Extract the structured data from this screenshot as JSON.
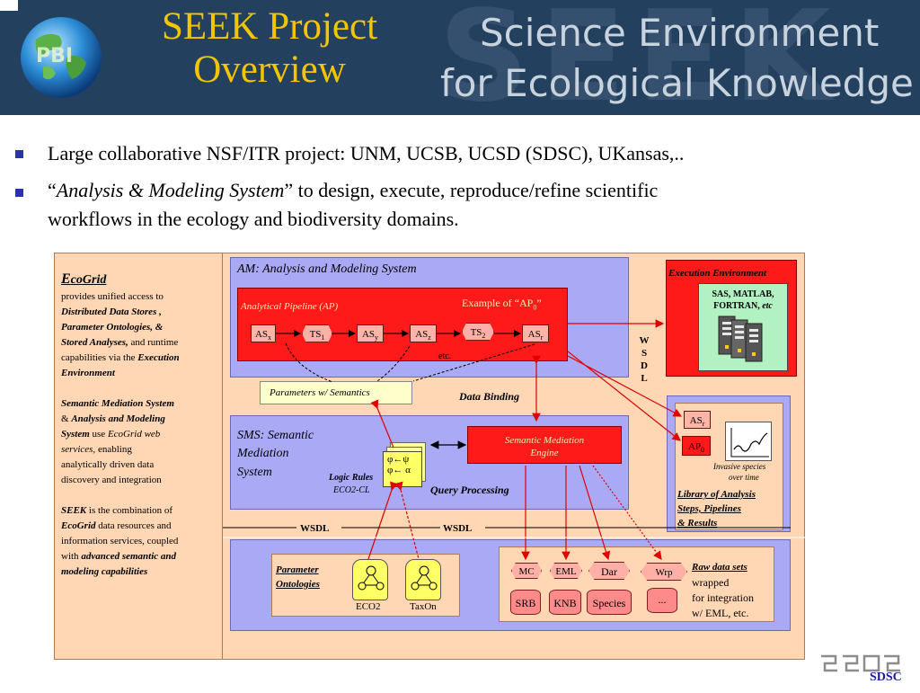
{
  "header": {
    "title_line1": "SEEK Project",
    "title_line2": "Overview",
    "logo_text": "PBI",
    "banner_letters": "SEEK",
    "banner_line1": "Science Environment",
    "banner_line2": "for Ecological Knowledge"
  },
  "bullets": [
    {
      "text": "Large collaborative NSF/ITR project: UNM, UCSB, UCSD (SDSC), UKansas,.."
    },
    {
      "open_quote": "“",
      "italic": "Analysis & Modeling System",
      "close_quote": "”",
      "rest": " to design, execute, reproduce/refine scientific",
      "line2": "workflows in the ecology and biodiversity domains."
    }
  ],
  "ecogrid": {
    "title_cap": "E",
    "title_rest": "coGrid",
    "p1_a": "provides unified access to",
    "p1_b": "Distributed Data Stores ,",
    "p1_c": "Parameter Ontologies, &",
    "p1_d": "Stored Analyses,",
    "p1_e": " and runtime",
    "p1_f": "capabilities via the ",
    "p1_g": "Execution",
    "p1_h": "Environment",
    "p2_a": "Semantic Mediation System",
    "p2_b": "& ",
    "p2_c": "Analysis and Modeling",
    "p2_d": "System",
    "p2_e": " use ",
    "p2_f": "EcoGrid web",
    "p2_g": "services,",
    "p2_h": " enabling",
    "p2_i": "analytically driven data",
    "p2_j": "discovery and integration",
    "p3_a": "SEEK",
    "p3_b": " is the combination of",
    "p3_c": "EcoGrid",
    "p3_d": " data resources and",
    "p3_e": "information services, coupled",
    "p3_f": "with ",
    "p3_g": "advanced semantic and",
    "p3_h": "modeling capabilities"
  },
  "am": {
    "title": "AM: Analysis and Modeling System",
    "pipeline_label": "Analytical Pipeline (AP)",
    "example_label": "Example of “AP",
    "example_sub": "0",
    "example_close": "”",
    "nodes": [
      {
        "base": "AS",
        "sub": "x"
      },
      {
        "base": "TS",
        "sub": "1"
      },
      {
        "base": "AS",
        "sub": "y"
      },
      {
        "base": "AS",
        "sub": "z"
      },
      {
        "base": "TS",
        "sub": "2"
      },
      {
        "base": "AS",
        "sub": "r"
      }
    ],
    "etc": "etc.",
    "parameters_label": "Parameters w/ Semantics",
    "data_binding": "Data Binding"
  },
  "sms": {
    "title_line1": "SMS: Semantic",
    "title_line2": "Mediation",
    "title_line3": "System",
    "logic_rules": "Logic Rules",
    "eco2cl": "ECO2-CL",
    "rule1": "φ←ψ",
    "rule2": "φ← α",
    "engine_line1": "Semantic Mediation",
    "engine_line2": "Engine",
    "query_processing": "Query Processing"
  },
  "wsdl": {
    "left": "WSDL",
    "right": "WSDL",
    "vertical": [
      "W",
      "S",
      "D",
      "L"
    ]
  },
  "exec_env": {
    "title": "Execution Environment",
    "tools_line1": "SAS, MATLAB,",
    "tools_line2": "FORTRAN, ",
    "tools_etc": "etc"
  },
  "library": {
    "asr_base": "AS",
    "asr_sub": "r",
    "ap0_base": "AP",
    "ap0_sub": "0",
    "chart_caption1": "Invasive species",
    "chart_caption2": "over time",
    "title_line1": "Library of Analysis",
    "title_line2": "Steps, Pipelines",
    "title_line3": "& Results"
  },
  "ontologies": {
    "title_line1": "Parameter",
    "title_line2": "Ontologies",
    "items": [
      "ECO2",
      "TaxOn"
    ]
  },
  "rawdata": {
    "hexes": [
      "MC",
      "EML",
      "Dar",
      "Wrp"
    ],
    "cylinders": [
      "SRB",
      "KNB",
      "Species",
      "..."
    ],
    "label_title": "Raw data sets",
    "label_line2": "wrapped",
    "label_line3": "for integration",
    "label_line4": "w/ EML, etc."
  },
  "footer": {
    "logo_text": "SDSC"
  },
  "colors": {
    "header_bg": "#23415f",
    "title": "#f5c400",
    "peach": "#ffd7b5",
    "lavender": "#a9a9f5",
    "red": "#ff1a1a",
    "mint": "#b2f2c2"
  }
}
